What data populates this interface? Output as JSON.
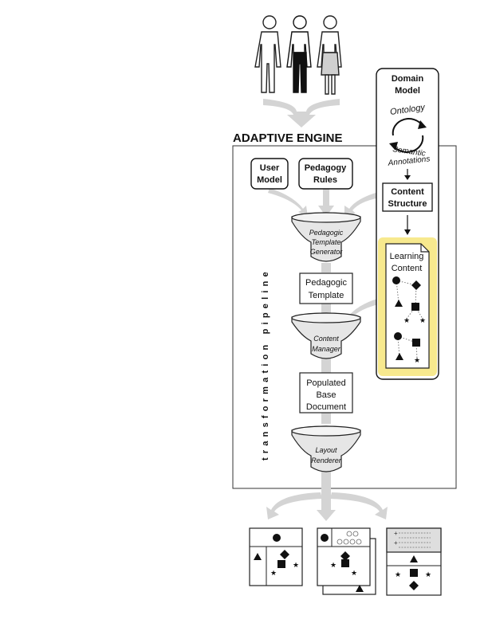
{
  "engine_title": "ADAPTIVE ENGINE",
  "pipeline_label": "transformation pipeline",
  "user_model": [
    "User",
    "Model"
  ],
  "pedagogy_rules": [
    "Pedagogy",
    "Rules"
  ],
  "domain_model": {
    "title": [
      "Domain",
      "Model"
    ],
    "ontology": "Ontology",
    "semantic": "Semantic",
    "annotations": "Annotations"
  },
  "content_structure": [
    "Content",
    "Structure"
  ],
  "learning_content": [
    "Learning",
    "Content"
  ],
  "funnels": {
    "template_generator": [
      "Pedagogic",
      "Template",
      "Generator"
    ],
    "content_manager": [
      "Content",
      "Manager"
    ],
    "layout_renderer": [
      "Layout",
      "Renderer"
    ]
  },
  "boxes": {
    "pedagogic_template": [
      "Pedagogic",
      "Template"
    ],
    "populated_document": [
      "Populated",
      "Base",
      "Document"
    ]
  },
  "colors": {
    "accent_yellow": "#f7e98e",
    "flow_gray": "#d4d4d4",
    "stroke": "#222222"
  }
}
